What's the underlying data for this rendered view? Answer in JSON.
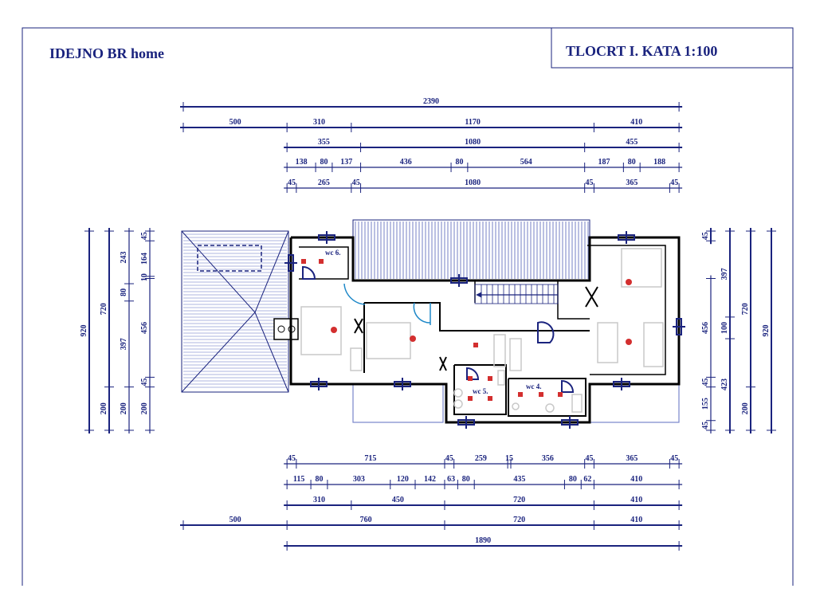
{
  "header": {
    "project_title": "IDEJNO BR home",
    "sheet_title": "TLOCRT  I. KATA 1:100"
  },
  "rooms": {
    "wc6": "wc 6.",
    "wc5": "wc 5.",
    "wc4": "wc 4."
  },
  "dimensions": {
    "top": [
      [
        2390
      ],
      [
        500,
        310,
        1170,
        410
      ],
      [
        355,
        1080,
        455
      ],
      [
        138,
        80,
        137,
        436,
        80,
        564,
        187,
        80,
        188
      ],
      [
        45,
        265,
        45,
        1080,
        45,
        365,
        45
      ]
    ],
    "bottom": [
      [
        45,
        715,
        45,
        259,
        15,
        356,
        45,
        365,
        45
      ],
      [
        115,
        80,
        303,
        120,
        142,
        63,
        80,
        435,
        80,
        62,
        410
      ],
      [
        310,
        450,
        720,
        410
      ],
      [
        500,
        760,
        720,
        410
      ],
      [
        1890
      ]
    ],
    "left": [
      [
        920
      ],
      [
        720,
        200
      ],
      [
        243,
        80,
        397,
        200
      ],
      [
        45,
        164,
        10,
        456,
        45,
        200
      ]
    ],
    "right": [
      [
        45,
        456,
        45,
        155,
        45
      ],
      [
        397,
        100,
        423
      ],
      [
        720,
        200
      ],
      [
        920
      ]
    ]
  },
  "colors": {
    "line": "#1a237e",
    "wall": "#000000",
    "marker": "#d32f2f",
    "door": "#1e88c8"
  }
}
